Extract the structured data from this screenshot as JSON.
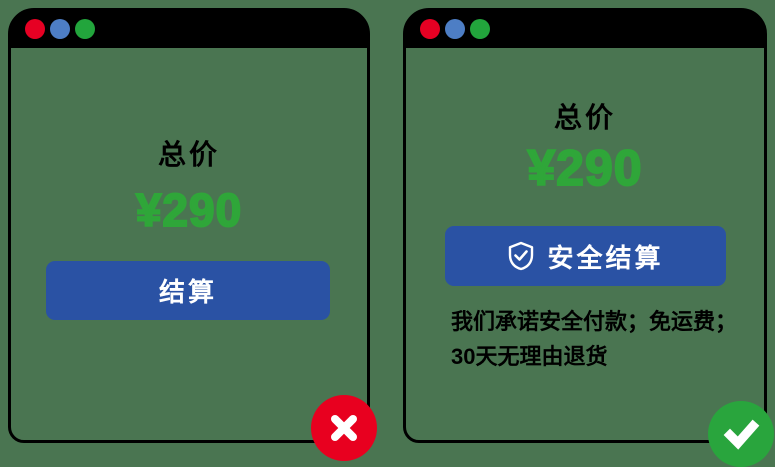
{
  "stage": {
    "background_color": "#4a7551"
  },
  "colors": {
    "titlebar_black": "#000000",
    "window_border": "#000000",
    "price_green": "#2fa639",
    "button_blue": "#2a52a4",
    "button_text": "#ffffff",
    "badge_red": "#e8001f",
    "badge_green": "#29a53d",
    "dot_red": "#e60023",
    "dot_blue": "#4d7ec5",
    "dot_green": "#22a53c"
  },
  "left_window": {
    "total_label": "总价",
    "price": "¥290",
    "checkout_button_label": "结算",
    "badge_icon": "cross-icon"
  },
  "right_window": {
    "total_label": "总价",
    "price": "¥290",
    "secure_checkout_button_label": "安全结算",
    "secure_checkout_button_icon": "shield-check-icon",
    "assurance_line1": "我们承诺安全付款；免运费；",
    "assurance_line2": "30天无理由退货",
    "badge_icon": "check-icon"
  },
  "window_controls": [
    "red-dot",
    "blue-dot",
    "green-dot"
  ]
}
